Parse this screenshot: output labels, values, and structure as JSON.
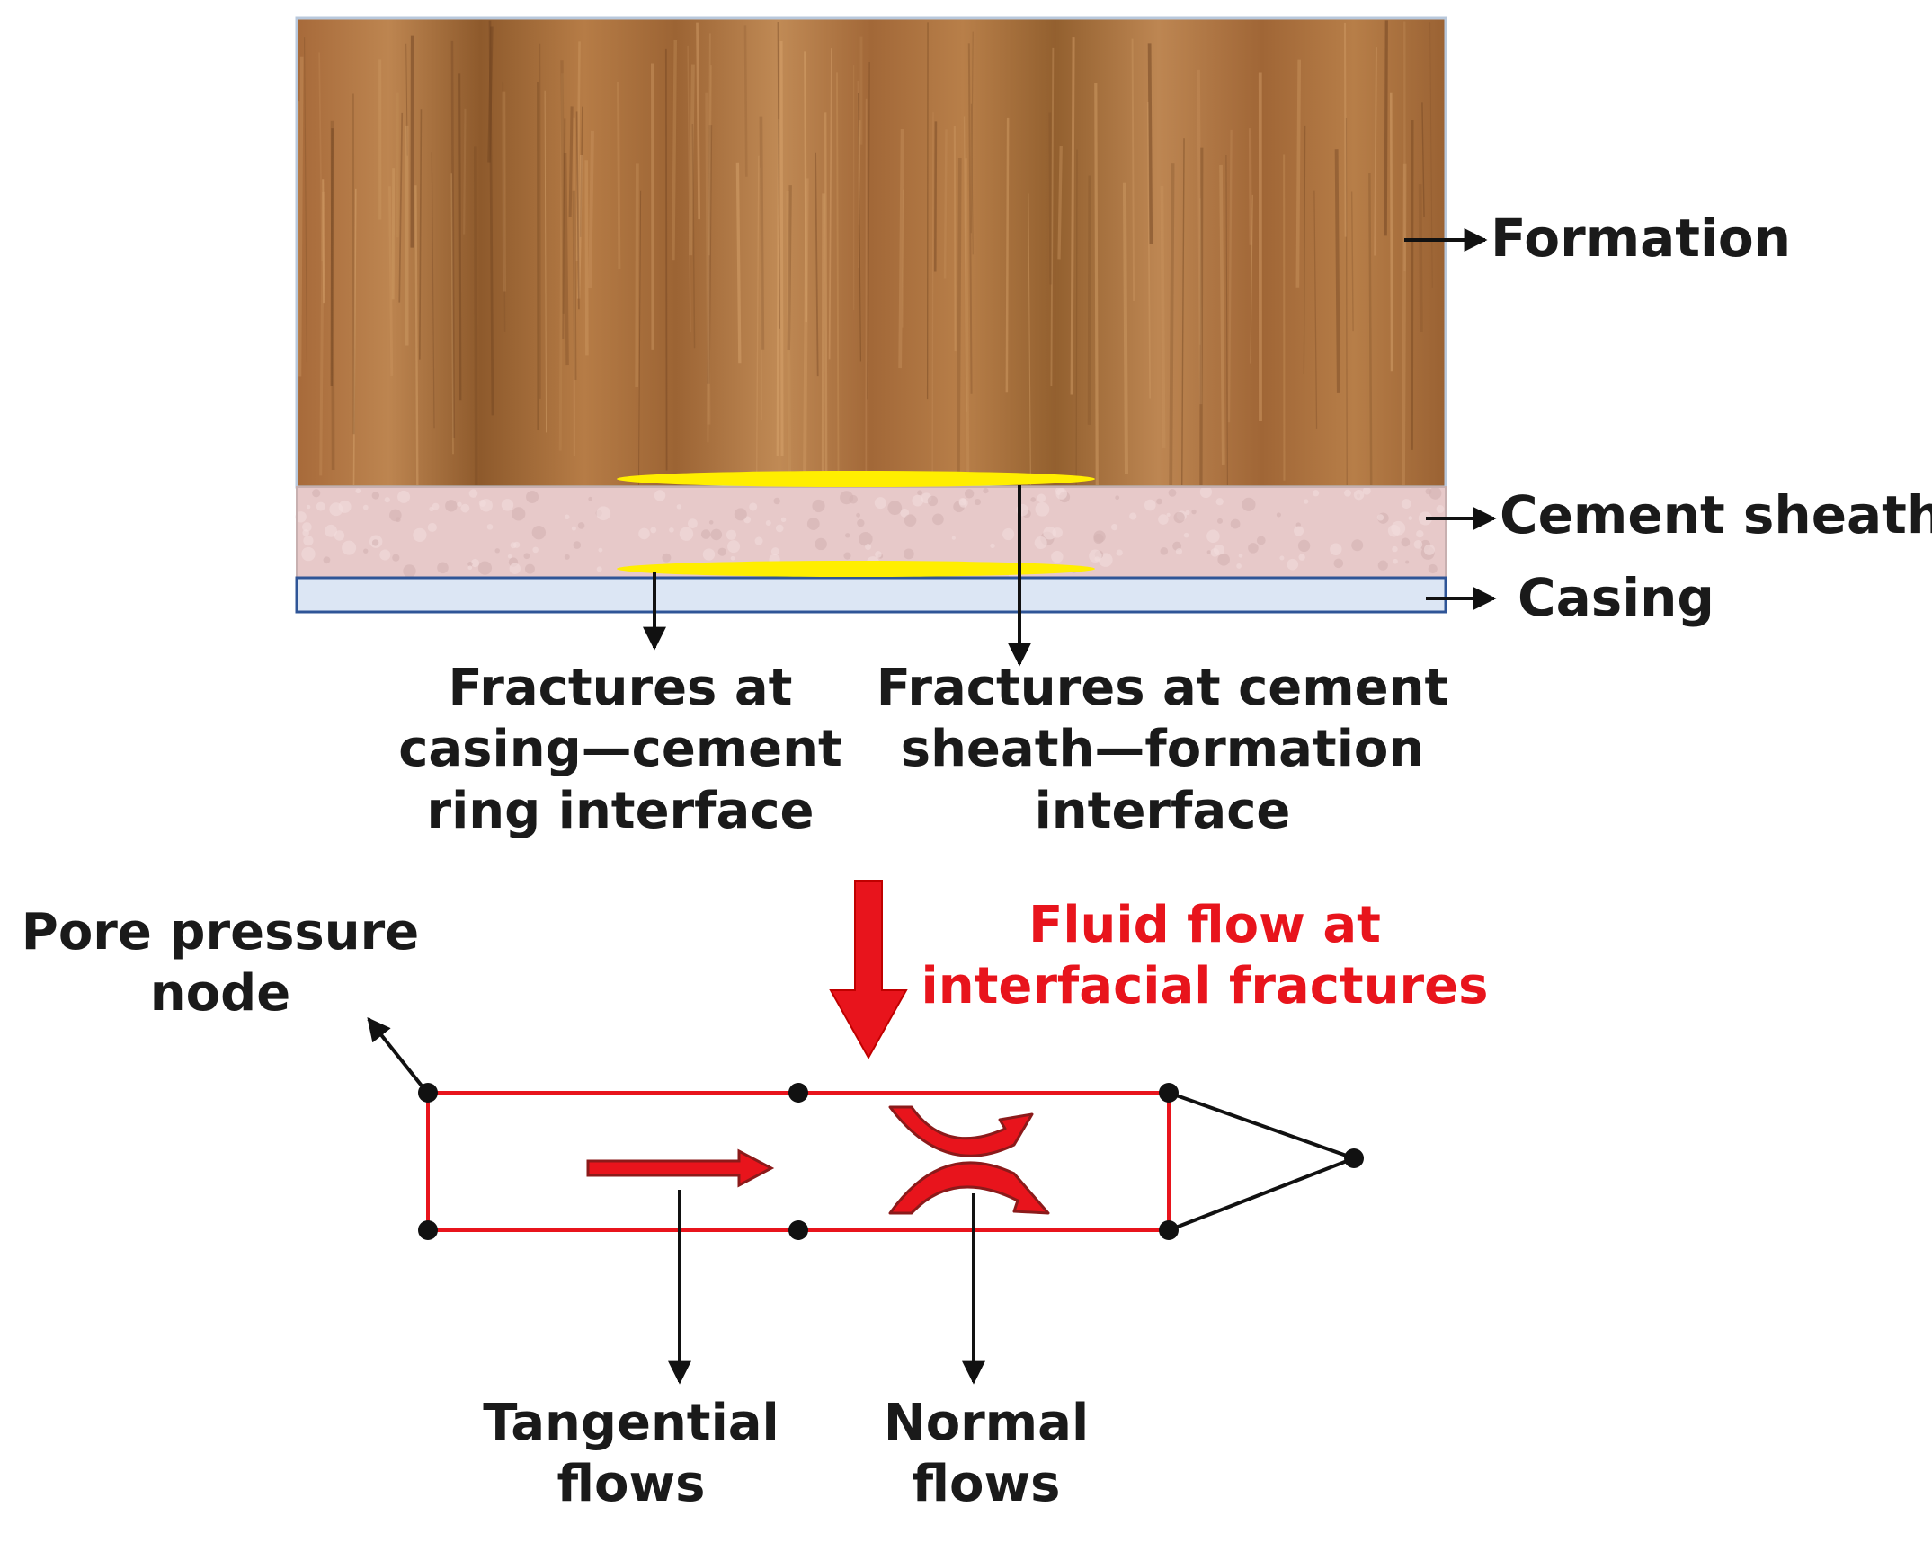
{
  "layers": {
    "formation": "Formation",
    "cement_sheath": "Cement sheath",
    "casing": "Casing"
  },
  "fractures": {
    "casing_cement": [
      "Fractures at",
      "casing—cement",
      "ring interface"
    ],
    "cement_formation": [
      "Fractures at cement",
      "sheath—formation",
      "interface"
    ]
  },
  "flow": {
    "title": [
      "Fluid flow at",
      "interfacial fractures"
    ],
    "pore_node": [
      "Pore pressure",
      "node"
    ],
    "tangential": [
      "Tangential",
      "flows"
    ],
    "normal": [
      "Normal",
      "flows"
    ]
  },
  "colors": {
    "formation": "#a66a3a",
    "cement": "#e7c9c9",
    "casing": "#dce6f4",
    "casing_border": "#2f5597",
    "fracture": "#ffee00",
    "element": "#e8141c",
    "flow_title": "#e8141c"
  }
}
